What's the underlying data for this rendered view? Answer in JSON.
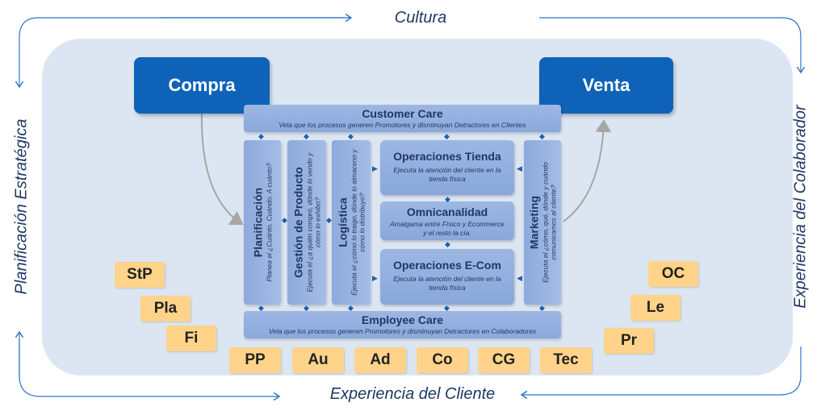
{
  "labels": {
    "top": "Cultura",
    "bottom": "Experiencia del Cliente",
    "left": "Planificación Estratégica",
    "right": "Experiencia del Colaborador"
  },
  "compra": "Compra",
  "venta": "Venta",
  "customer_care": {
    "title": "Customer Care",
    "subtitle": "Vela que los procesos generen Promotores y disminuyan Detractores en Clientes"
  },
  "employee_care": {
    "title": "Employee Care",
    "subtitle": "Vela que los procesos generen Promotores y disminuyan Detractores en Colaboradores"
  },
  "columns": {
    "planificacion": {
      "title": "Planificación",
      "subtitle": "Planea el ¿Cuánto, Cuándo, A cuánto?"
    },
    "gestion": {
      "title": "Gestión de Producto",
      "subtitle": "Ejecuta el ¿a quién compró, dónde lo vendo y cómo lo exhibo?"
    },
    "logistica": {
      "title": "Logística",
      "subtitle": "Ejecuta el ¿cómo lo traigo, dónde lo almaceno y cómo lo distribuyo?"
    },
    "marketing": {
      "title": "Marketing",
      "subtitle": "Ejecuta el ¿cómo, qué, dónde y cuándo comunicamos al cliente?"
    }
  },
  "ops": {
    "tienda": {
      "title": "Operaciones Tienda",
      "subtitle": "Ejecuta la atención del cliente en la tienda física"
    },
    "omni": {
      "title": "Omnicanalidad",
      "subtitle": "Amalgama entre Físico y Ecommerce y el resto la cía."
    },
    "ecom": {
      "title": "Operaciones E-Com",
      "subtitle": "Ejecuta la atención del cliente en la tienda física"
    }
  },
  "chips": {
    "stp": "StP",
    "pla": "Pla",
    "fi": "Fi",
    "pp": "PP",
    "au": "Au",
    "ad": "Ad",
    "co": "Co",
    "cg": "CG",
    "tec": "Tec",
    "oc": "OC",
    "le": "Le",
    "pr": "Pr"
  },
  "colors": {
    "primary": "#0e63b8",
    "module": "#8eaadb",
    "chip": "#ffd48a",
    "background": "#dce6f2",
    "text": "#1f3864"
  }
}
